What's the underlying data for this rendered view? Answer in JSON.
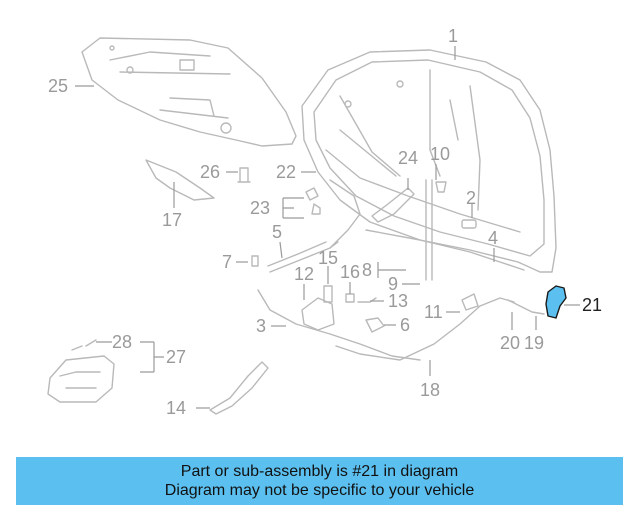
{
  "diagram": {
    "callouts": [
      "1",
      "2",
      "3",
      "4",
      "5",
      "6",
      "7",
      "8",
      "9",
      "10",
      "11",
      "12",
      "13",
      "14",
      "15",
      "16",
      "17",
      "18",
      "19",
      "20",
      "21",
      "23",
      "22",
      "24",
      "25",
      "26",
      "27",
      "28"
    ],
    "highlighted_part": "21",
    "highlight_color": "#5bc0f0",
    "line_color": "#b9b9b9",
    "label_color": "#9a9a9a"
  },
  "banner": {
    "line1": "Part or sub-assembly is #21 in diagram",
    "line2": "Diagram may not be specific to your vehicle",
    "background": "#5bc0f0"
  }
}
